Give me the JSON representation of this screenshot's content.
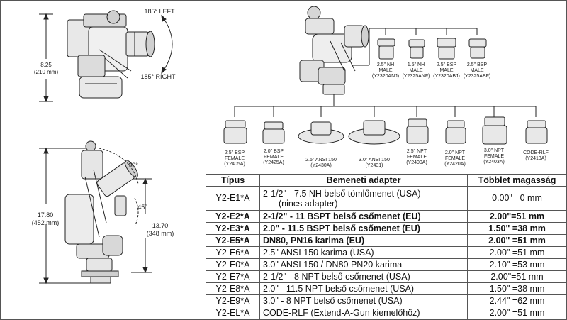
{
  "top_left": {
    "height": "8.25",
    "height_mm": "(210 mm)",
    "rot_left": "185° LEFT",
    "rot_right": "185° RIGHT"
  },
  "bottom_left": {
    "height": "17.80",
    "height_mm": "(452 mm)",
    "inner": "13.70",
    "inner_mm": "(348 mm)",
    "angle_90": "90°",
    "angle_45": "45°"
  },
  "male_adapters": [
    {
      "l1": "2.5\" NH",
      "l2": "MALE",
      "l3": "(Y2320ANJ)"
    },
    {
      "l1": "1.5\" NH",
      "l2": "MALE",
      "l3": "(Y2325ANF)"
    },
    {
      "l1": "2.5\" BSP",
      "l2": "MALE",
      "l3": "(Y2320ABJ)"
    },
    {
      "l1": "2.5\" BSP",
      "l2": "MALE",
      "l3": "(Y2325ABF)"
    }
  ],
  "female_adapters": [
    {
      "l1": "2.5\" BSP",
      "l2": "FEMALE",
      "l3": "(Y2405A)"
    },
    {
      "l1": "2.0\" BSP",
      "l2": "FEMALE",
      "l3": "(Y2425A)"
    },
    {
      "l1": "2.5\" ANSI 150",
      "l2": "(Y2430A)",
      "l3": ""
    },
    {
      "l1": "3.0\" ANSI 150",
      "l2": "(Y2431)",
      "l3": ""
    },
    {
      "l1": "2.5\" NPT",
      "l2": "FEMALE",
      "l3": "(Y2400A)"
    },
    {
      "l1": "2.0\" NPT",
      "l2": "FEMALE",
      "l3": "(Y2420A)"
    },
    {
      "l1": "3.0\" NPT",
      "l2": "FEMALE",
      "l3": "(Y2403A)"
    },
    {
      "l1": "CODE-RLF",
      "l2": "(Y2413A)",
      "l3": ""
    }
  ],
  "table": {
    "headers": [
      "Típus",
      "Bemeneti adapter",
      "Többlet magasság"
    ],
    "rows": [
      {
        "type": "Y2-E1*A",
        "adapter": "2-1/2\" - 7.5 NH belső tömlőmenet (USA)",
        "adapter2": "(nincs adapter)",
        "extra": "0.00\" =0 mm"
      },
      {
        "type": "Y2-E2*A",
        "adapter": "2-1/2\" - 11 BSPT belső csőmenet (EU)",
        "extra": "2.00\"=51 mm"
      },
      {
        "type": "Y2-E3*A",
        "adapter": "2.0\" - 11.5 BSPT belső csőmenet (EU)",
        "extra": "1.50\" =38 mm"
      },
      {
        "type": "Y2-E5*A",
        "adapter": "DN80, PN16 karima (EU)",
        "extra": "2.00\" =51 mm"
      },
      {
        "type": "Y2-E6*A",
        "adapter": "2.5\" ANSI 150 karima (USA)",
        "extra": "2.00\" =51 mm"
      },
      {
        "type": "Y2-E0*A",
        "adapter": "3.0\" ANSI 150 / DN80 PN20 karima",
        "extra": "2.10\" =53 mm"
      },
      {
        "type": "Y2-E7*A",
        "adapter": "2-1/2\" - 8 NPT belső csőmenet (USA)",
        "extra": "2.00\"=51 mm"
      },
      {
        "type": "Y2-E8*A",
        "adapter": "2.0\" - 11.5 NPT belső csőmenet (USA)",
        "extra": "1.50\" =38 mm"
      },
      {
        "type": "Y2-E9*A",
        "adapter": "3.0\" - 8 NPT belső csőmenet (USA)",
        "extra": "2.44\" =62 mm"
      },
      {
        "type": "Y2-EL*A",
        "adapter": "CODE-RLF (Extend-A-Gun kiemelőhöz)",
        "extra": "2.00\" =51 mm"
      }
    ]
  }
}
